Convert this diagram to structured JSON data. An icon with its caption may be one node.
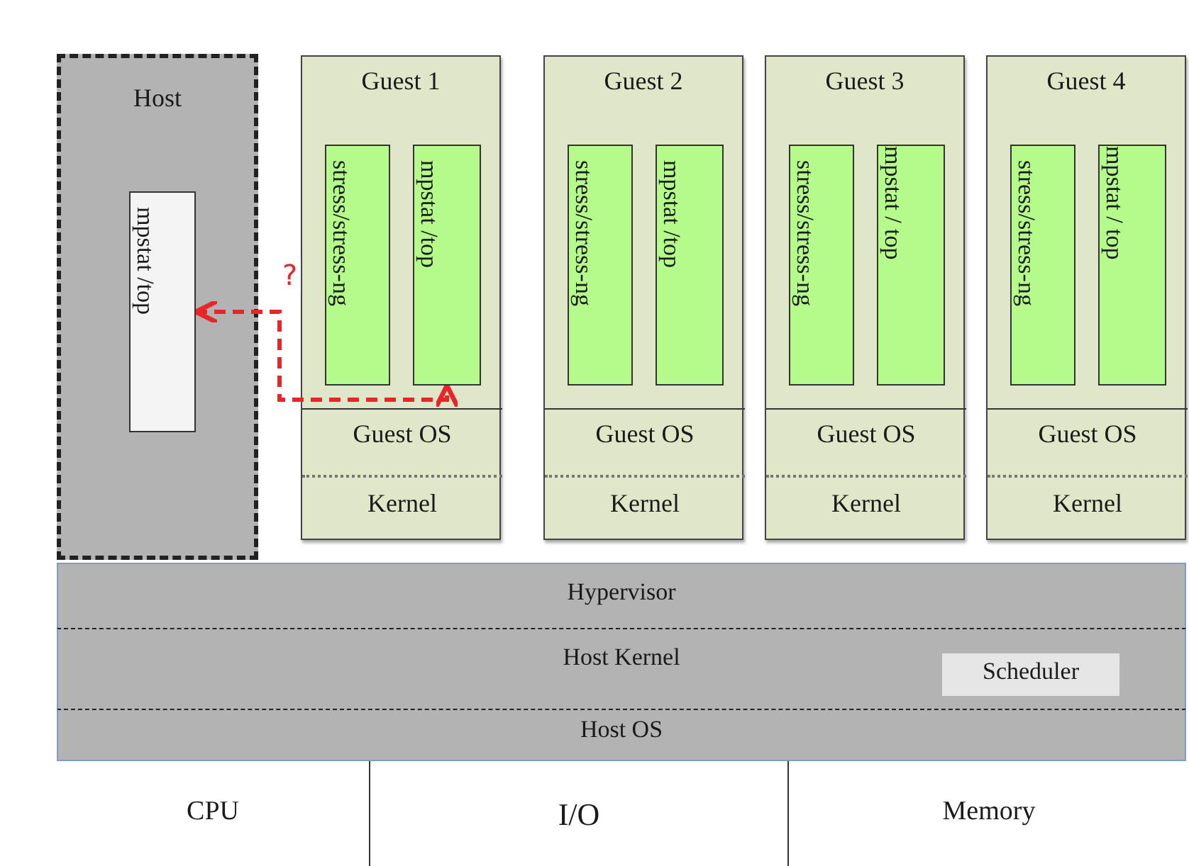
{
  "diagram": {
    "nodes": [
      {
        "text": [
          "Host"
        ]
      },
      {
        "text": [
          "mpstat /top"
        ],
        "in": 0
      },
      {
        "text": [
          "Guest 1"
        ]
      },
      {
        "text": [
          "stress/stress-ng"
        ],
        "in": 2
      },
      {
        "text": [
          "mpstat /top"
        ],
        "in": 2
      },
      {
        "text": [
          "Guest OS"
        ],
        "in": 2
      },
      {
        "text": [
          "Kernel"
        ],
        "in": 2
      },
      {
        "text": [
          "Guest 2"
        ]
      },
      {
        "text": [
          "stress/stress-ng"
        ],
        "in": 7
      },
      {
        "text": [
          "mpstat /top"
        ],
        "in": 7
      },
      {
        "text": [
          "Guest OS"
        ],
        "in": 7
      },
      {
        "text": [
          "Kernel"
        ],
        "in": 7
      },
      {
        "text": [
          "Guest 3"
        ]
      },
      {
        "text": [
          "stress/stress-ng"
        ],
        "in": 12
      },
      {
        "text": [
          "mpstat / top"
        ],
        "in": 12
      },
      {
        "text": [
          "Guest OS"
        ],
        "in": 12
      },
      {
        "text": [
          "Kernel"
        ],
        "in": 12
      },
      {
        "text": [
          "Guest 4"
        ]
      },
      {
        "text": [
          "stress/stress-ng"
        ],
        "in": 17
      },
      {
        "text": [
          "mpstat / top"
        ],
        "in": 17
      },
      {
        "text": [
          "Guest OS"
        ],
        "in": 17
      },
      {
        "text": [
          "Kernel"
        ],
        "in": 17
      },
      {
        "text": [
          "Hypervisor"
        ]
      },
      {
        "text": [
          "Host Kernel"
        ]
      },
      {
        "text": [
          "Scheduler"
        ],
        "in": 23
      },
      {
        "text": [
          "Host OS"
        ]
      },
      {
        "text": [
          "CPU"
        ]
      },
      {
        "text": [
          "I/O"
        ]
      },
      {
        "text": [
          "Memory"
        ]
      }
    ],
    "edges": [
      {
        "from": 1,
        "to": 4,
        "arrow": "both",
        "label": "?",
        "style": "dashed",
        "color": "#e8262a"
      }
    ]
  }
}
